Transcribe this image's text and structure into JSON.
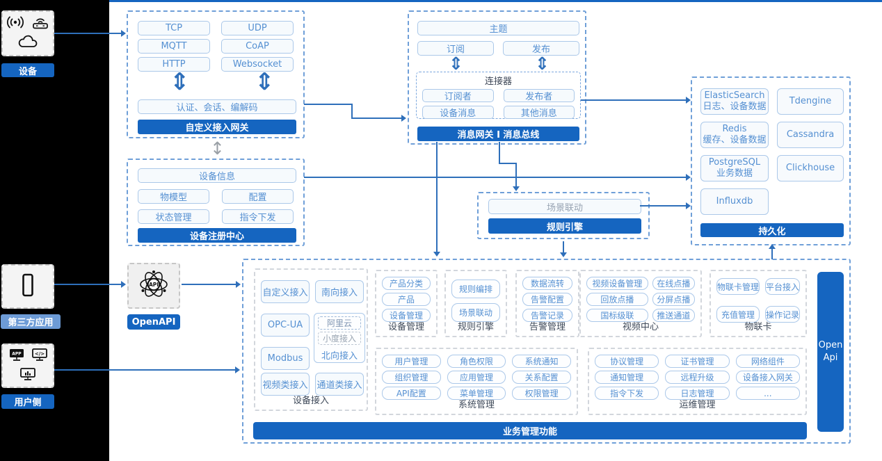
{
  "colors": {
    "accent": "#1565c0",
    "arrow": "#2e6fba",
    "third_party_label": "#6d9bd6"
  },
  "left_rail": {
    "device": {
      "label": "设备"
    },
    "third_party": {
      "label": "第三方应用"
    },
    "user_side": {
      "label": "用户侧"
    }
  },
  "gateway": {
    "protocols": [
      "TCP",
      "UDP",
      "MQTT",
      "CoAP",
      "HTTP",
      "Websocket"
    ],
    "auth_pill": "认证、会话、编解码",
    "banner": "自定义接入网关"
  },
  "message_bus": {
    "topic": "主题",
    "subscribe": "订阅",
    "publish": "发布",
    "connector_title": "连接器",
    "connector_pills": [
      "订阅者",
      "发布者",
      "设备消息",
      "其他消息"
    ],
    "banner": "消息网关 I 消息总线"
  },
  "persistence": {
    "stores": [
      {
        "name": "ElasticSearch",
        "sub": "日志、设备数据"
      },
      {
        "name": "Tdengine",
        "sub": ""
      },
      {
        "name": "Redis",
        "sub": "缓存、设备数据"
      },
      {
        "name": "Cassandra",
        "sub": ""
      },
      {
        "name": "PostgreSQL",
        "sub": "业务数据"
      },
      {
        "name": "Clickhouse",
        "sub": ""
      },
      {
        "name": "Influxdb",
        "sub": ""
      }
    ],
    "banner": "持久化"
  },
  "registry": {
    "info_pill": "设备信息",
    "pills": [
      "物模型",
      "配置",
      "状态管理",
      "指令下发"
    ],
    "banner": "设备注册中心"
  },
  "rule_top": {
    "pill": "场景联动",
    "banner": "规则引擎"
  },
  "openapi": {
    "label": "OpenAPI"
  },
  "business": {
    "banner": "业务管理功能",
    "open_api_bar": {
      "line1": "Open",
      "line2": "Api"
    },
    "device_access": {
      "title": "设备接入",
      "col1": [
        "自定义接入",
        "OPC-UA",
        "Modbus",
        "视频类接入"
      ],
      "south": "南向接入",
      "cloud_group": {
        "ali": "阿里云",
        "xiaodu": "小度接入",
        "north": "北向接入"
      },
      "channel": "通道类接入"
    },
    "device_mgmt": {
      "title": "设备管理",
      "pills": [
        "产品分类",
        "产品",
        "设备管理"
      ]
    },
    "rule_engine": {
      "title": "规则引擎",
      "pills": [
        "规则编排",
        "场景联动"
      ]
    },
    "alarm": {
      "title": "告警管理",
      "pills": [
        "数据流转",
        "告警配置",
        "告警记录"
      ]
    },
    "video": {
      "title": "视频中心",
      "pills": [
        "视频设备管理",
        "在线点播",
        "回放点播",
        "分屏点播",
        "国标级联",
        "推送通道"
      ]
    },
    "iot_card": {
      "title": "物联卡",
      "pills": [
        "物联卡管理",
        "平台接入",
        "充值管理",
        "操作记录"
      ]
    },
    "system": {
      "title": "系统管理",
      "pills": [
        "用户管理",
        "角色权限",
        "系统通知",
        "组织管理",
        "应用管理",
        "关系配置",
        "API配置",
        "菜单管理",
        "权限管理"
      ]
    },
    "ops": {
      "title": "运维管理",
      "pills": [
        "协议管理",
        "证书管理",
        "网络组件",
        "通知管理",
        "远程升级",
        "设备接入网关",
        "指令下发",
        "日志管理",
        "..."
      ]
    }
  }
}
